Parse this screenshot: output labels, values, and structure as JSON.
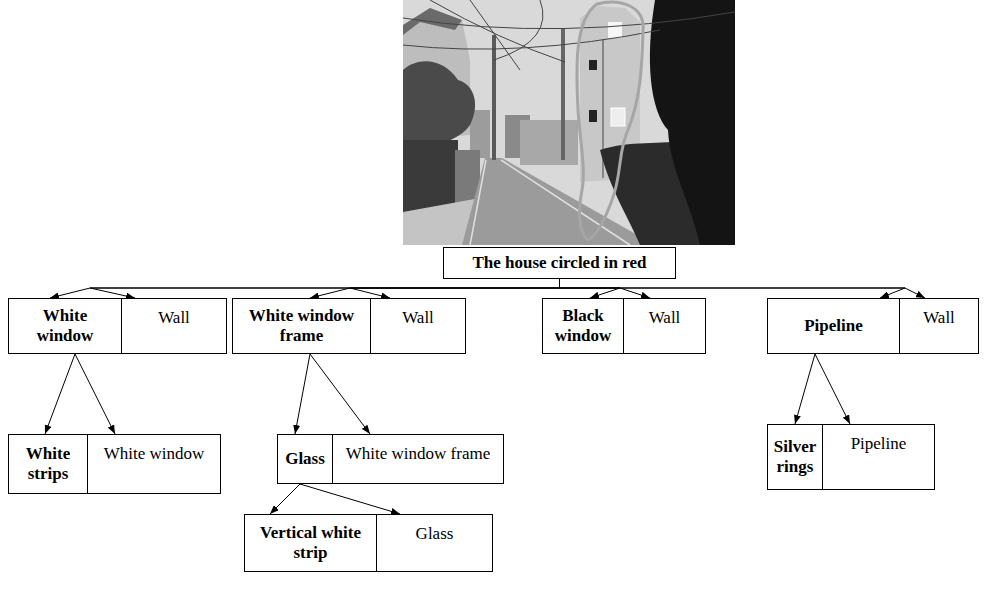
{
  "diagram": {
    "nodes": [
      {
        "text": [
          "The house circled in red"
        ]
      },
      {
        "text": [
          "White window"
        ]
      },
      {
        "text": [
          "Wall"
        ]
      },
      {
        "text": [
          "White window frame"
        ]
      },
      {
        "text": [
          "Wall"
        ]
      },
      {
        "text": [
          "Black window"
        ]
      },
      {
        "text": [
          "Wall"
        ]
      },
      {
        "text": [
          "Pipeline"
        ]
      },
      {
        "text": [
          "Wall"
        ]
      },
      {
        "text": [
          "White strips"
        ]
      },
      {
        "text": [
          "White window"
        ]
      },
      {
        "text": [
          "Glass"
        ]
      },
      {
        "text": [
          "White window frame"
        ]
      },
      {
        "text": [
          "Silver rings"
        ]
      },
      {
        "text": [
          "Pipeline"
        ]
      },
      {
        "text": [
          "Vertical white strip"
        ]
      },
      {
        "text": [
          "Glass"
        ]
      }
    ],
    "edges": [
      {
        "from": 0,
        "to": 1,
        "arrow": "to"
      },
      {
        "from": 0,
        "to": 2,
        "arrow": "to"
      },
      {
        "from": 0,
        "to": 3,
        "arrow": "to"
      },
      {
        "from": 0,
        "to": 4,
        "arrow": "to"
      },
      {
        "from": 0,
        "to": 5,
        "arrow": "to"
      },
      {
        "from": 0,
        "to": 6,
        "arrow": "to"
      },
      {
        "from": 0,
        "to": 7,
        "arrow": "to"
      },
      {
        "from": 0,
        "to": 8,
        "arrow": "to"
      },
      {
        "from": 1,
        "to": 9,
        "arrow": "to"
      },
      {
        "from": 1,
        "to": 10,
        "arrow": "to"
      },
      {
        "from": 3,
        "to": 11,
        "arrow": "to"
      },
      {
        "from": 3,
        "to": 12,
        "arrow": "to"
      },
      {
        "from": 7,
        "to": 13,
        "arrow": "to"
      },
      {
        "from": 7,
        "to": 14,
        "arrow": "to"
      },
      {
        "from": 11,
        "to": 15,
        "arrow": "to"
      },
      {
        "from": 11,
        "to": 16,
        "arrow": "to"
      }
    ]
  }
}
